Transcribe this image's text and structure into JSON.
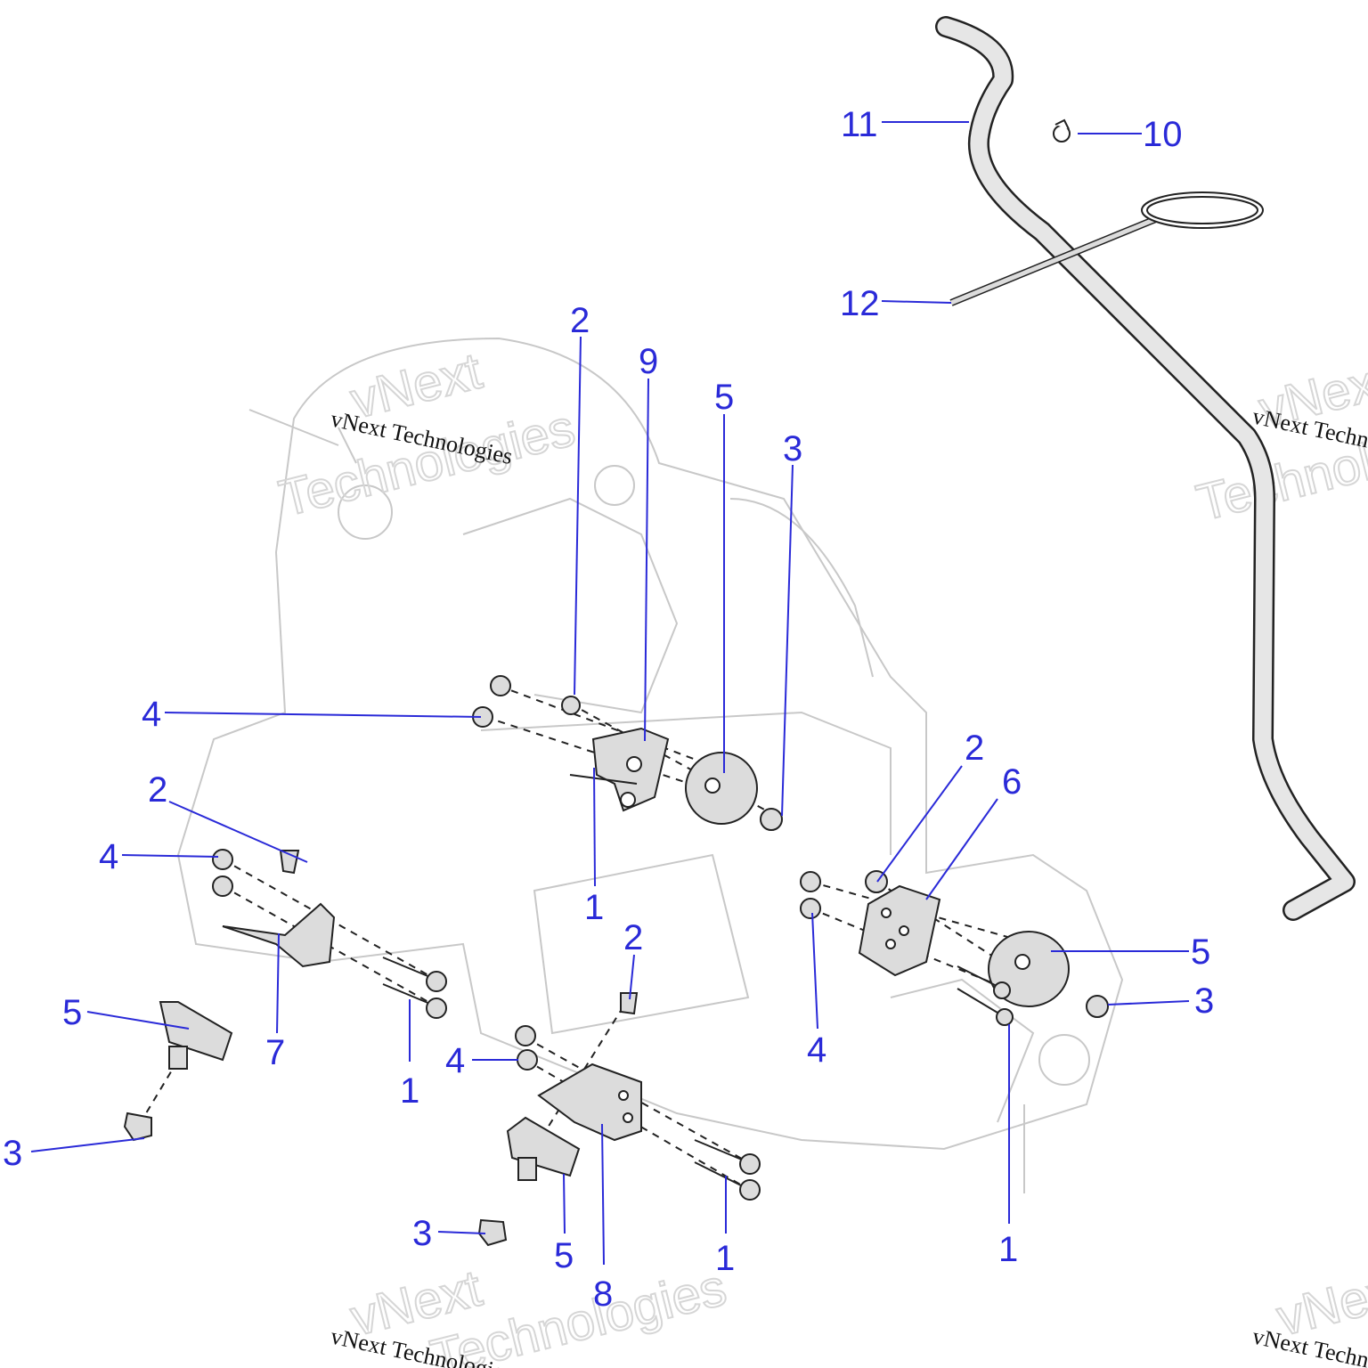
{
  "watermark": {
    "text": "vNext Technologies",
    "big_line1": "vNext",
    "big_line2": "Technologies"
  },
  "callouts": [
    {
      "label": "11"
    },
    {
      "label": "10"
    },
    {
      "label": "12"
    },
    {
      "label": "2"
    },
    {
      "label": "9"
    },
    {
      "label": "5"
    },
    {
      "label": "3"
    },
    {
      "label": "4"
    },
    {
      "label": "2"
    },
    {
      "label": "4"
    },
    {
      "label": "1"
    },
    {
      "label": "2"
    },
    {
      "label": "6"
    },
    {
      "label": "5"
    },
    {
      "label": "3"
    },
    {
      "label": "4"
    },
    {
      "label": "2"
    },
    {
      "label": "4"
    },
    {
      "label": "5"
    },
    {
      "label": "7"
    },
    {
      "label": "1"
    },
    {
      "label": "3"
    },
    {
      "label": "3"
    },
    {
      "label": "5"
    },
    {
      "label": "8"
    },
    {
      "label": "1"
    },
    {
      "label": "1"
    }
  ],
  "colors": {
    "callout": "#2a2ad8",
    "line": "#222222"
  }
}
